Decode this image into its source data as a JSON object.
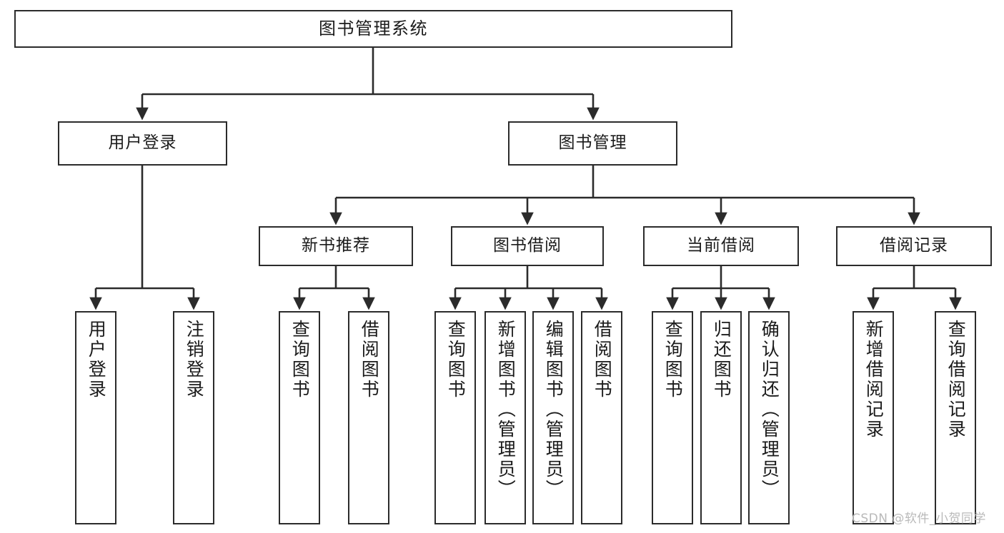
{
  "diagram": {
    "title": "图书管理系统",
    "watermark": "CSDN @软件_小贺同学",
    "style": {
      "box_border_color": "#2b2b2b",
      "box_fill_color": "#ffffff",
      "edge_color": "#2b2b2b",
      "text_color": "#1b1b1b",
      "watermark_color": "#b9b9b9"
    },
    "nodes": {
      "root": {
        "label": "图书管理系统"
      },
      "level2": [
        {
          "label": "用户登录"
        },
        {
          "label": "图书管理"
        }
      ],
      "level3": [
        {
          "label": "新书推荐"
        },
        {
          "label": "图书借阅"
        },
        {
          "label": "当前借阅"
        },
        {
          "label": "借阅记录"
        }
      ],
      "leaves": {
        "user_login": [
          {
            "label": "用户登录"
          },
          {
            "label": "注销登录"
          }
        ],
        "new_book_recommend": [
          {
            "label": "查询图书"
          },
          {
            "label": "借阅图书"
          }
        ],
        "book_borrow": [
          {
            "label": "查询图书"
          },
          {
            "label": "新增图书（管理员）"
          },
          {
            "label": "编辑图书（管理员）"
          },
          {
            "label": "借阅图书"
          }
        ],
        "current_borrow": [
          {
            "label": "查询图书"
          },
          {
            "label": "归还图书"
          },
          {
            "label": "确认归还（管理员）"
          }
        ],
        "borrow_record": [
          {
            "label": "新增借阅记录"
          },
          {
            "label": "查询借阅记录"
          }
        ]
      }
    }
  }
}
